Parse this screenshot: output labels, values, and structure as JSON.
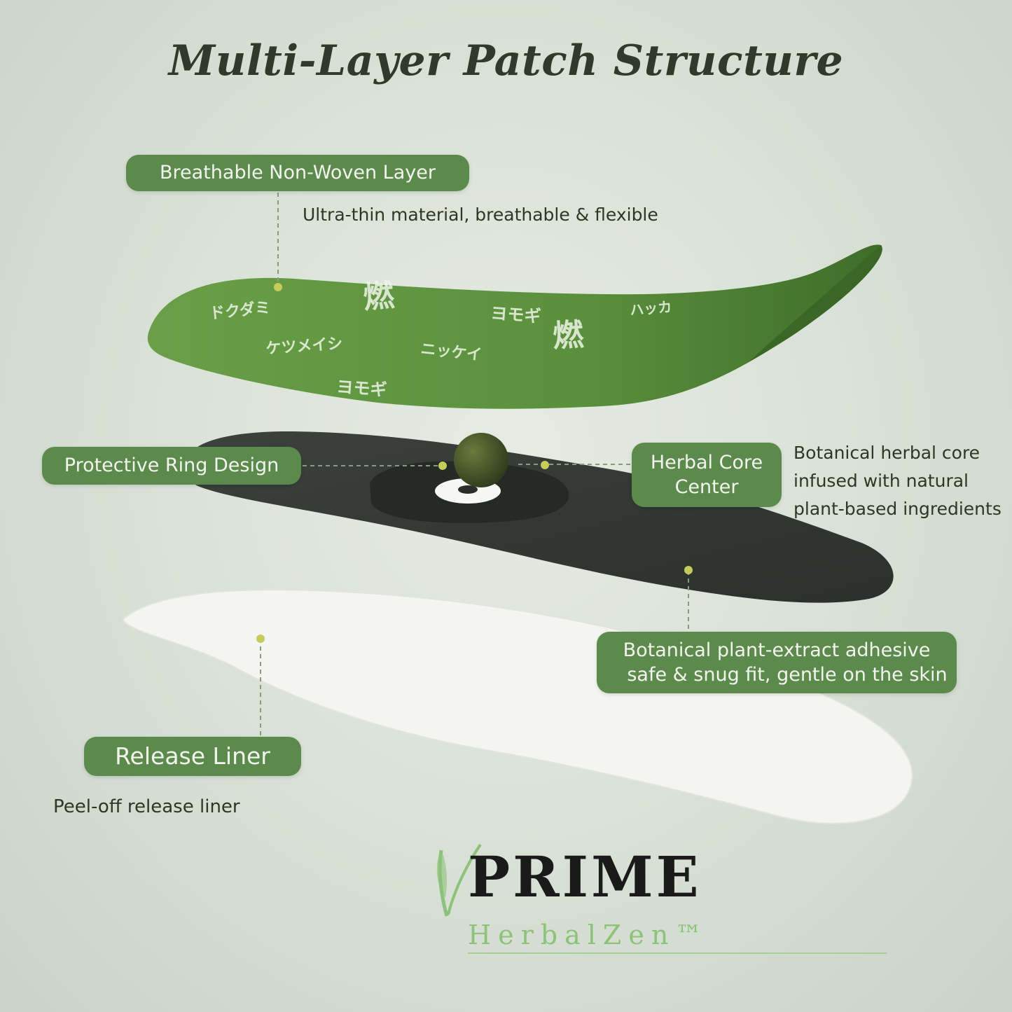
{
  "title": "Multi-Layer Patch Structure",
  "layers": {
    "top": {
      "label": "Breathable Non-Woven Layer",
      "description": "Ultra-thin material, breathable & flexible",
      "print_text": [
        "ヨモギ",
        "ドクダミ",
        "ハッカ",
        "ケツメイシ",
        "ニッケイ"
      ]
    },
    "ring": {
      "label": "Protective Ring Design"
    },
    "core": {
      "label_line1": "Herbal Core",
      "label_line2": "Center",
      "description_line1": "Botanical herbal core",
      "description_line2": "infused with natural",
      "description_line3": "plant-based ingredients"
    },
    "adhesive": {
      "label_line1": "Botanical plant-extract adhesive",
      "label_line2": "safe & snug fit, gentle on the skin"
    },
    "liner": {
      "label": "Release Liner",
      "description": "Peel-off release liner"
    }
  },
  "brand": {
    "name": "PRIME",
    "subname": "HerbalZen™"
  },
  "colors": {
    "accent_green": "#5c8a4c",
    "patch_green": "#5a8f3c",
    "dark_layer": "#353a36",
    "liner": "#f4f5f1",
    "brand_green": "#8cc27a"
  },
  "icons": [
    "leaf-icon"
  ]
}
